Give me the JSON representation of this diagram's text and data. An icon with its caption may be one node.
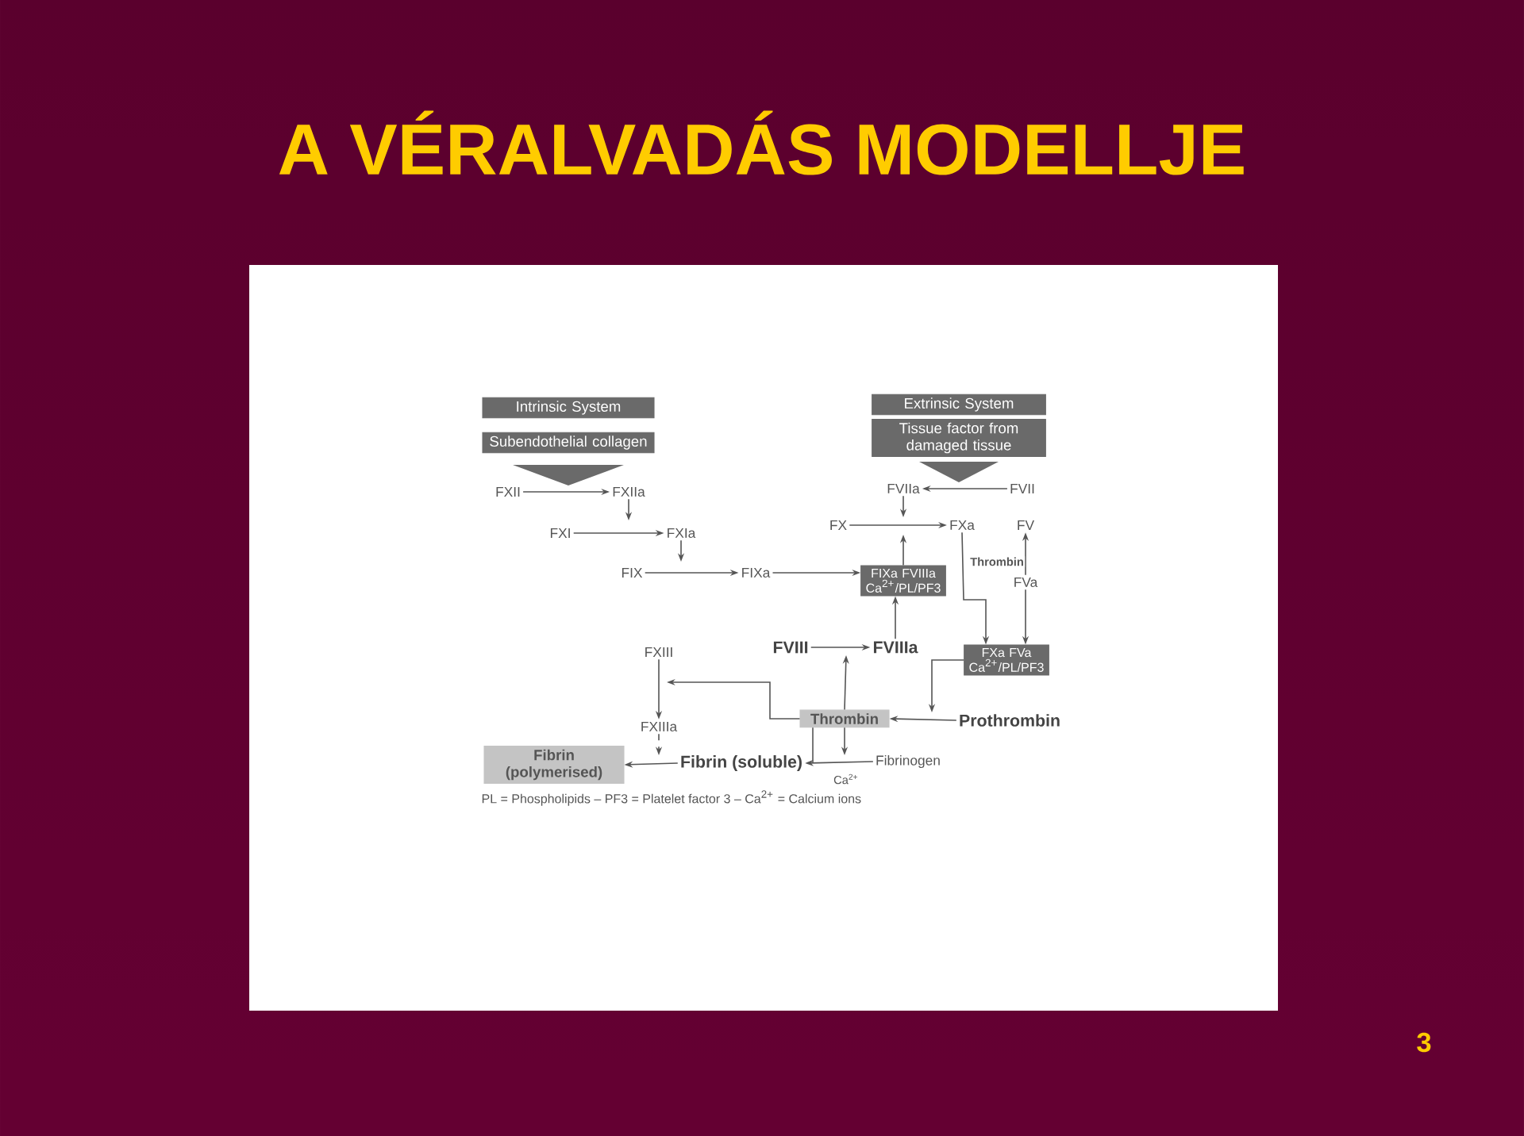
{
  "diagram": {
    "title": "A VÉRALVADÁS MODELLJE",
    "nodes": [
      {
        "text": [
          "Intrinsic System"
        ]
      },
      {
        "text": [
          "Subendothelial collagen"
        ]
      },
      {
        "text": [
          "Extrinsic System"
        ]
      },
      {
        "text": [
          "Tissue factor from damaged tissue"
        ]
      },
      {
        "text": [
          "FXII"
        ]
      },
      {
        "text": [
          "FXIIa"
        ]
      },
      {
        "text": [
          "FXI"
        ]
      },
      {
        "text": [
          "FXIa"
        ]
      },
      {
        "text": [
          "FIX"
        ]
      },
      {
        "text": [
          "FIXa"
        ]
      },
      {
        "text": [
          "FVIIa"
        ]
      },
      {
        "text": [
          "FVII"
        ]
      },
      {
        "text": [
          "FX"
        ]
      },
      {
        "text": [
          "FXa"
        ]
      },
      {
        "text": [
          "FV"
        ]
      },
      {
        "text": [
          "FVa"
        ]
      },
      {
        "text": [
          "FIXa FVIIIa Ca$^{2+}$/PL/PF3"
        ]
      },
      {
        "text": [
          "FXIII"
        ]
      },
      {
        "text": [
          "FVIII"
        ]
      },
      {
        "text": [
          "FVIIIa"
        ]
      },
      {
        "text": [
          "FXa FVa Ca$^{2+}$/PL/PF3"
        ]
      },
      {
        "text": [
          "FXIIIa"
        ]
      },
      {
        "text": [
          "Thrombin"
        ]
      },
      {
        "text": [
          "Prothrombin"
        ]
      },
      {
        "text": [
          "Fibrin (polymerised)"
        ]
      },
      {
        "text": [
          "Fibrin (soluble)"
        ]
      },
      {
        "text": [
          "Fibrinogen"
        ]
      }
    ],
    "edges": [
      {
        "from": 4,
        "to": 5,
        "arrow": "to"
      },
      {
        "from": 5,
        "to": null,
        "arrow": "to"
      },
      {
        "from": 6,
        "to": 7,
        "arrow": "to"
      },
      {
        "from": 7,
        "to": null,
        "arrow": "to"
      },
      {
        "from": 8,
        "to": 9,
        "arrow": "to"
      },
      {
        "from": 9,
        "to": 16,
        "arrow": "to"
      },
      {
        "from": 11,
        "to": 10,
        "arrow": "to"
      },
      {
        "from": 10,
        "to": null,
        "arrow": "to"
      },
      {
        "from": 12,
        "to": 13,
        "arrow": "to"
      },
      {
        "from": 16,
        "to": null,
        "arrow": "to"
      },
      {
        "from": 13,
        "to": 20,
        "arrow": "to"
      },
      {
        "from": 15,
        "to": 14,
        "arrow": "to",
        "label": "Thrombin"
      },
      {
        "from": 15,
        "to": 20,
        "arrow": "to"
      },
      {
        "from": 18,
        "to": 19,
        "arrow": "to"
      },
      {
        "from": 19,
        "to": 16,
        "arrow": "to"
      },
      {
        "from": 22,
        "to": 19,
        "arrow": "to"
      },
      {
        "from": 20,
        "to": 23,
        "arrow": "to"
      },
      {
        "from": 23,
        "to": 22,
        "arrow": "to"
      },
      {
        "from": 22,
        "to": 17,
        "arrow": "to"
      },
      {
        "from": 17,
        "to": 21,
        "arrow": "to"
      },
      {
        "from": 21,
        "to": null,
        "arrow": "to",
        "style": "dashed"
      },
      {
        "from": 26,
        "to": 25,
        "arrow": "to",
        "label": "Ca$^{2+}$"
      },
      {
        "from": 22,
        "to": 26,
        "arrow": "to"
      },
      {
        "from": 25,
        "to": 24,
        "arrow": "to"
      },
      {
        "from": 22,
        "to": 25,
        "arrow": "none"
      }
    ],
    "labels": [
      "PL = Phospholipids – PF3 = Platelet factor 3 – Ca$^{2+}$ = Calcium ions",
      "3"
    ]
  }
}
